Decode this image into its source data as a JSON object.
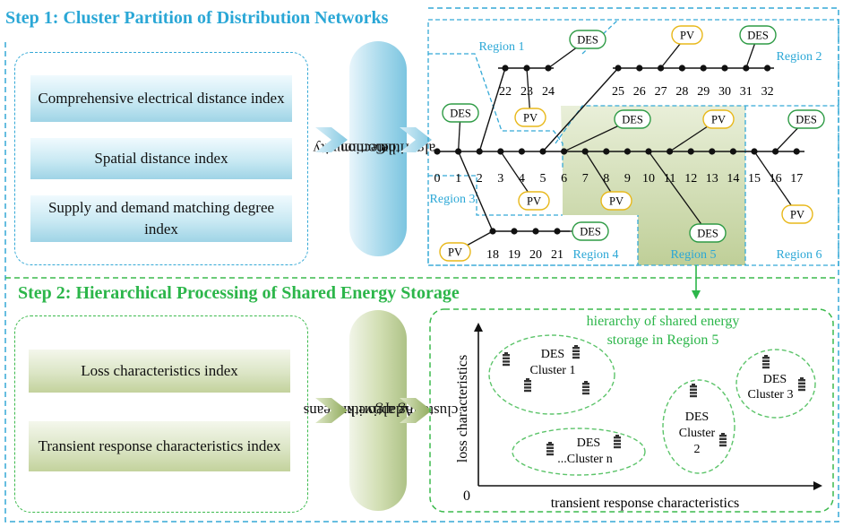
{
  "step1": {
    "title": "Step 1: Cluster Partition of Distribution Networks",
    "indices": [
      "Comprehensive electrical distance index",
      "Spatial distance index",
      "Supply and demand matching degree index"
    ],
    "algorithm": [
      "Community",
      "detection",
      "algorithm"
    ]
  },
  "step2": {
    "title": "Step 2: Hierarchical Processing of Shared Energy Storage",
    "indices": [
      "Loss characteristics index",
      "Transient response characteristics index"
    ],
    "algorithm": [
      "Adaptive k-means",
      "clustering algorithm"
    ]
  },
  "network": {
    "main_buses": [
      "0",
      "1",
      "2",
      "3",
      "4",
      "5",
      "6",
      "7",
      "8",
      "9",
      "10",
      "11",
      "12",
      "13",
      "14",
      "15",
      "16",
      "17"
    ],
    "branch_top_left": [
      "22",
      "23",
      "24"
    ],
    "branch_top_right": [
      "25",
      "26",
      "27",
      "28",
      "29",
      "30",
      "31",
      "32"
    ],
    "branch_bottom": [
      "18",
      "19",
      "20",
      "21"
    ],
    "regions": [
      "Region 1",
      "Region 2",
      "Region 3",
      "Region 4",
      "Region 5",
      "Region 6"
    ],
    "des_label": "DES",
    "pv_label": "PV"
  },
  "hierarchy": {
    "title": [
      "hierarchy of shared energy",
      "storage in Region 5"
    ],
    "y_axis": "loss characteristics",
    "x_axis": "transient response characteristics",
    "origin": "0",
    "clusters": [
      {
        "lines": [
          "DES",
          "Cluster 1"
        ]
      },
      {
        "lines": [
          "DES",
          "Cluster 3"
        ]
      },
      {
        "lines": [
          "DES",
          "Cluster",
          "2"
        ]
      },
      {
        "lines": [
          "DES",
          "...Cluster n"
        ]
      }
    ]
  },
  "colors": {
    "blue": "#2aa7d6",
    "green": "#2cb64a",
    "pv_border": "#e8b81a",
    "des_border": "#2e9b45",
    "region5_fill": "#c9d6a8"
  }
}
